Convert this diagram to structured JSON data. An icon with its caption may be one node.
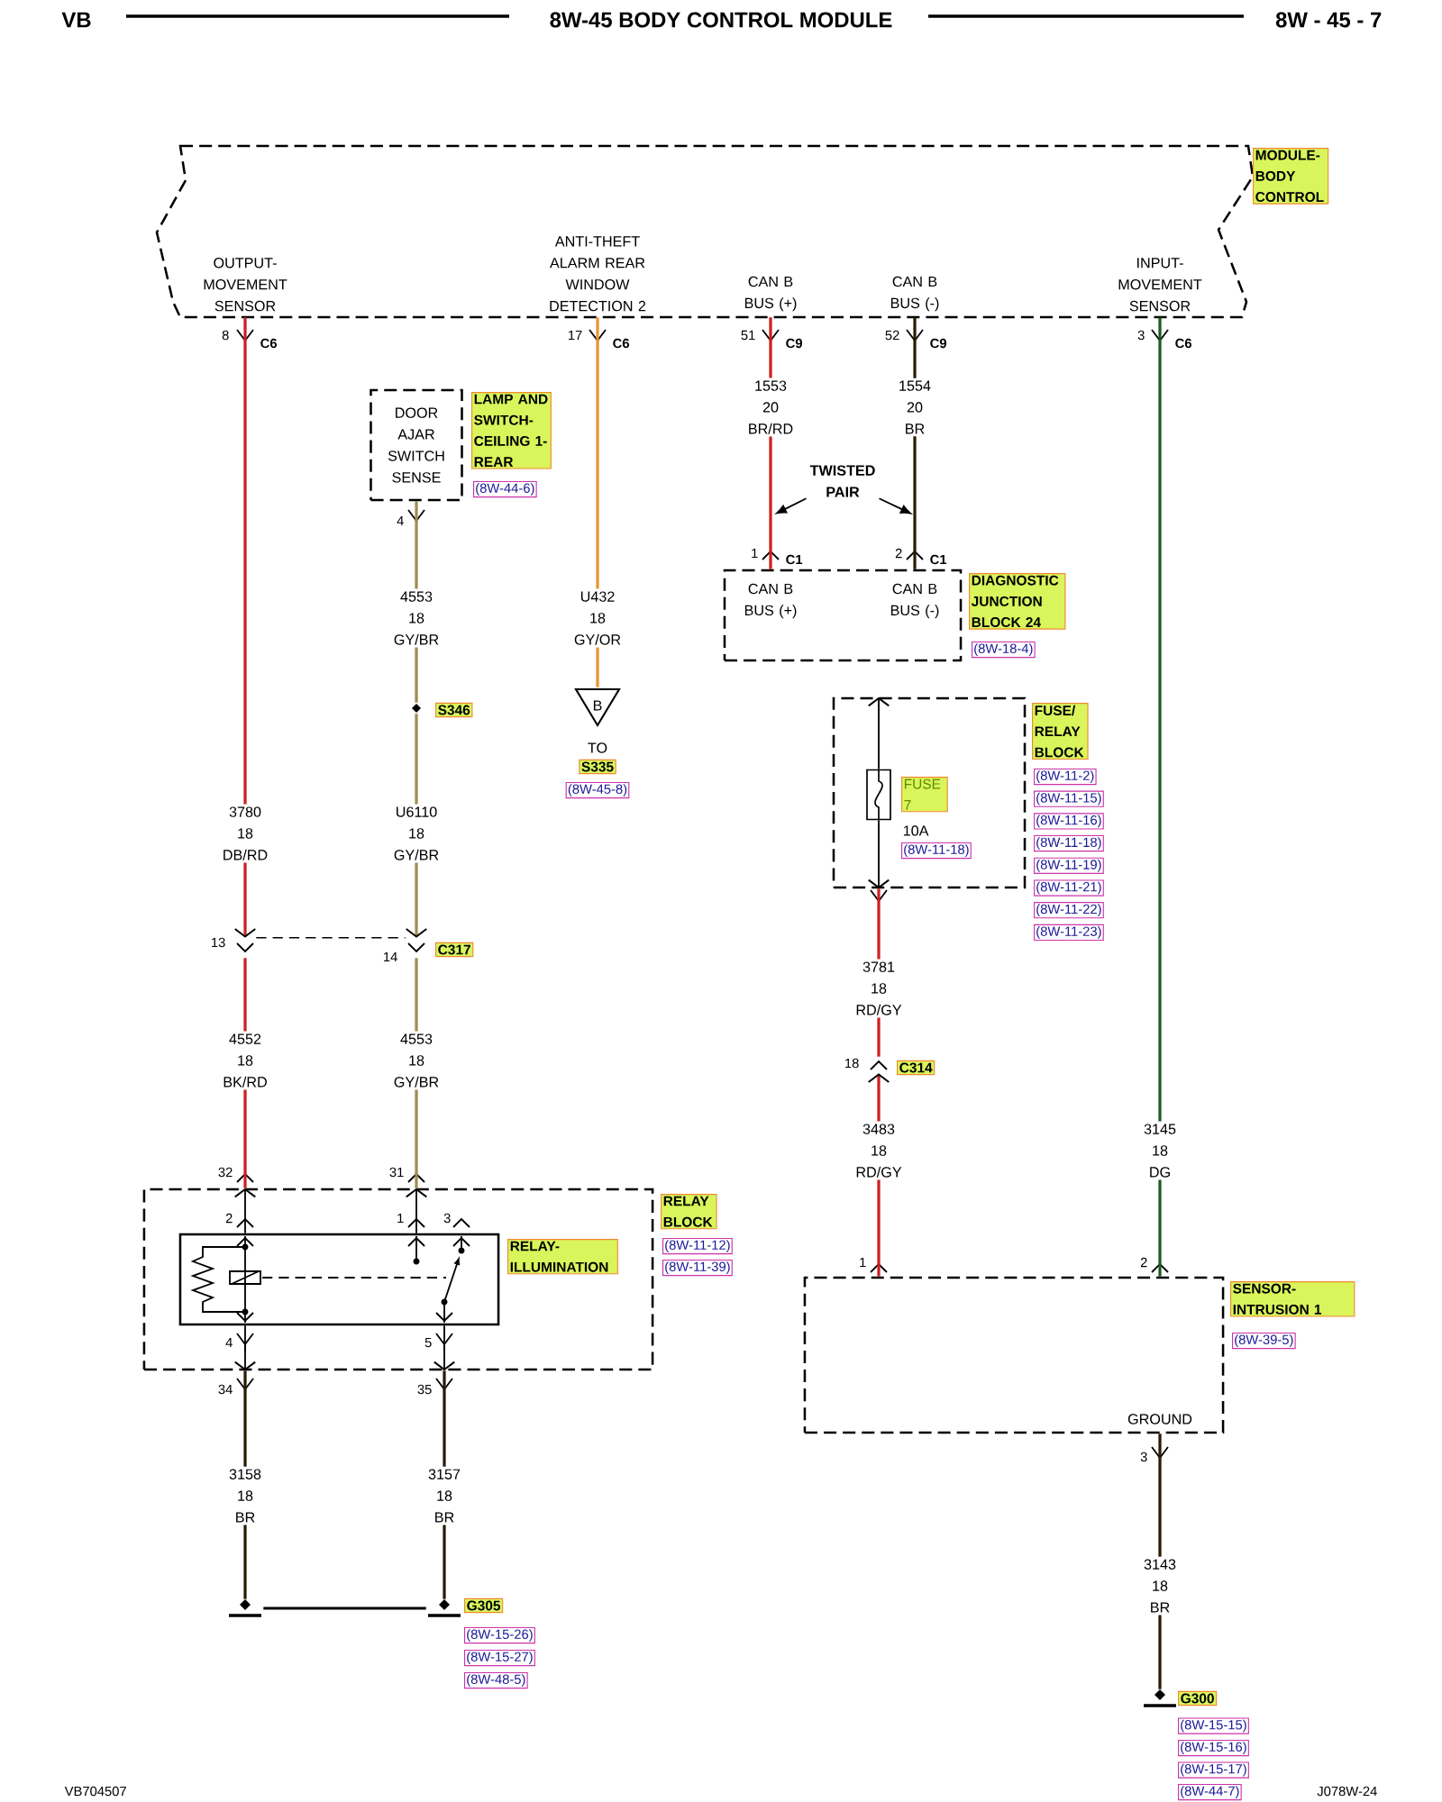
{
  "diagram": {
    "title": "8W-45 BODY CONTROL MODULE",
    "nodes": [
      {
        "text": [
          "MODULE- BODY CONTROL",
          "OUTPUT- MOVEMENT SENSOR",
          "ANTI-THEFT ALARM REAR WINDOW DETECTION 2",
          "CAN B BUS (+)",
          "CAN B BUS (-)",
          "INPUT- MOVEMENT SENSOR"
        ]
      },
      {
        "text": [
          "DOOR AJAR SWITCH SENSE",
          "LAMP AND SWITCH- CEILING 1- REAR"
        ],
        "beside": [
          "(8W-44-6)"
        ]
      },
      {
        "text": [
          "TWISTED PAIR"
        ]
      },
      {
        "text": [
          "CAN B BUS (+)",
          "CAN B BUS (-)",
          "DIAGNOSTIC JUNCTION BLOCK 24"
        ],
        "beside": [
          "(8W-18-4)"
        ]
      },
      {
        "text": [
          "S346"
        ]
      },
      {
        "text": [
          "B"
        ],
        "beside": [
          "TO",
          "S335",
          "(8W-45-8)"
        ]
      },
      {
        "text": [
          "FUSE/ RELAY BLOCK"
        ],
        "beside": [
          "(8W-11-2)",
          "(8W-11-15)",
          "(8W-11-16)",
          "(8W-11-18)",
          "(8W-11-19)",
          "(8W-11-21)",
          "(8W-11-22)",
          "(8W-11-23)"
        ]
      },
      {
        "text": [
          "FUSE 7",
          "10A"
        ],
        "beside": [
          "(8W-11-18)"
        ],
        "in": 6
      },
      {
        "text": [],
        "shape": "connector",
        "beside": [
          "13"
        ]
      },
      {
        "text": [],
        "shape": "connector",
        "beside": [
          "14"
        ]
      },
      {
        "text": [],
        "shape": "connector",
        "beside": [
          "18"
        ]
      },
      {
        "text": [
          "RELAY BLOCK"
        ],
        "beside": [
          "(8W-11-12)",
          "(8W-11-39)"
        ]
      },
      {
        "text": [
          "RELAY- ILLUMINATION"
        ],
        "in": 11
      },
      {
        "text": [
          "SENSOR- INTRUSION 1",
          "GROUND"
        ],
        "beside": [
          "(8W-39-5)"
        ]
      },
      {
        "text": [],
        "shape": "ground"
      },
      {
        "text": [],
        "shape": "ground",
        "beside": [
          "G305",
          "(8W-15-26)",
          "(8W-15-27)",
          "(8W-48-5)"
        ]
      },
      {
        "text": [],
        "shape": "ground",
        "beside": [
          "G300",
          "(8W-15-15)",
          "(8W-15-16)",
          "(8W-15-17)",
          "(8W-44-7)"
        ]
      }
    ],
    "edges": [
      {
        "from": 0,
        "to": 8,
        "arrow": "to",
        "label": "3780 18 DB/RD",
        "color": "#cc2020"
      },
      {
        "from": 8,
        "to": 11,
        "arrow": "none",
        "label": "4552 18 BK/RD",
        "color": "#cc2020"
      },
      {
        "from": 11,
        "to": 14,
        "arrow": "none",
        "label": "3158 18 BR",
        "color": "#2a1a05"
      },
      {
        "from": 1,
        "to": 4,
        "arrow": "none",
        "label": "4553 18 GY/BR",
        "color": "#a08c50"
      },
      {
        "from": 4,
        "to": 9,
        "arrow": "to",
        "label": "U6110 18 GY/BR",
        "color": "#a08c50"
      },
      {
        "from": 9,
        "to": 11,
        "arrow": "none",
        "label": "4553 18 GY/BR",
        "color": "#a08c50"
      },
      {
        "from": 11,
        "to": 15,
        "arrow": "none",
        "label": "3157 18 BR",
        "color": "#2a1a05"
      },
      {
        "from": 14,
        "to": 15,
        "arrow": "none",
        "color": "#000000"
      },
      {
        "from": 0,
        "to": 5,
        "arrow": "none",
        "label": "U432 18 GY/OR",
        "color": "#e8962e"
      },
      {
        "from": 0,
        "to": 3,
        "arrow": "none",
        "label": "1553 20 BR/RD",
        "color": "#cc2020"
      },
      {
        "from": 0,
        "to": 3,
        "arrow": "none",
        "label": "1554 20 BR",
        "color": "#2a1a05"
      },
      {
        "from": 2,
        "to": null,
        "arrow": "to",
        "color": "#000000"
      },
      {
        "from": 2,
        "to": null,
        "arrow": "to",
        "color": "#000000"
      },
      {
        "from": 6,
        "to": 10,
        "arrow": "none",
        "label": "3781 18 RD/GY",
        "color": "#cc2020"
      },
      {
        "from": 13,
        "to": 10,
        "arrow": "to",
        "label": "3483 18 RD/GY",
        "color": "#cc2020"
      },
      {
        "from": 0,
        "to": 13,
        "arrow": "none",
        "label": "3145 18 DG",
        "color": "#1e5a1e"
      },
      {
        "from": 13,
        "to": 16,
        "arrow": "none",
        "label": "3143 18 BR",
        "color": "#2a1a05"
      },
      {
        "from": 8,
        "to": 9,
        "arrow": "none",
        "style": "dashed",
        "color": "#000000"
      },
      {
        "from": 7,
        "to": 6,
        "arrow": "to",
        "color": "#000000"
      },
      {
        "from": 7,
        "to": 6,
        "arrow": "to",
        "color": "#000000"
      },
      {
        "from": 12,
        "to": 11,
        "arrow": "to",
        "color": "#000000"
      },
      {
        "from": 12,
        "to": 11,
        "arrow": "to",
        "color": "#000000"
      },
      {
        "from": 12,
        "to": 11,
        "arrow": "to",
        "color": "#000000"
      },
      {
        "from": 12,
        "to": 11,
        "arrow": "to",
        "color": "#000000"
      }
    ],
    "labels": [
      "VB",
      "8W - 45 - 7",
      "8",
      "C6",
      "17",
      "C6",
      "51",
      "C9",
      "52",
      "C9",
      "3",
      "C6",
      "4",
      "1",
      "C1",
      "2",
      "C1",
      "C317",
      "C314",
      "32",
      "31",
      "2",
      "1",
      "3",
      "1",
      "2",
      "4",
      "5",
      "34",
      "35",
      "3",
      "VB704507",
      "J078W-24"
    ]
  }
}
